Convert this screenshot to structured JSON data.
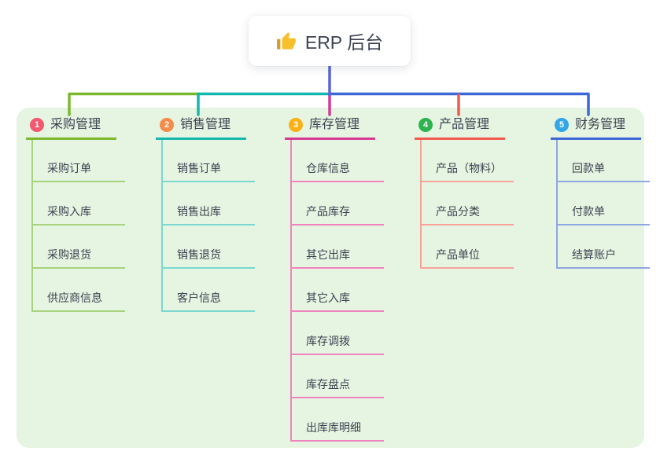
{
  "root": {
    "title": "ERP 后台",
    "icon": "thumbs-up-icon"
  },
  "branches": [
    {
      "index": "1",
      "label": "采购管理",
      "badge_color": "#f2586f",
      "line_color": "#7cb82e",
      "child_line_color": "#a6d37c",
      "children": [
        "采购订单",
        "采购入库",
        "采购退货",
        "供应商信息"
      ]
    },
    {
      "index": "2",
      "label": "销售管理",
      "badge_color": "#f78b4a",
      "line_color": "#13b7ae",
      "child_line_color": "#7bd8d0",
      "children": [
        "销售订单",
        "销售出库",
        "销售退货",
        "客户信息"
      ]
    },
    {
      "index": "3",
      "label": "库存管理",
      "badge_color": "#fbb116",
      "line_color": "#d53a92",
      "child_line_color": "#f083bd",
      "children": [
        "仓库信息",
        "产品库存",
        "其它出库",
        "其它入库",
        "库存调拨",
        "库存盘点",
        "出库库明细"
      ]
    },
    {
      "index": "4",
      "label": "产品管理",
      "badge_color": "#2db44f",
      "line_color": "#f2594f",
      "child_line_color": "#f7a29b",
      "children": [
        "产品（物料）",
        "产品分类",
        "产品单位"
      ]
    },
    {
      "index": "5",
      "label": "财务管理",
      "badge_color": "#33a6e8",
      "line_color": "#3c67d7",
      "child_line_color": "#8fa7e2",
      "children": [
        "回款单",
        "付款单",
        "结算账户"
      ]
    }
  ],
  "colors": {
    "panel_bg": "#e6f5e1",
    "root_line": "#5a64d8",
    "bus_green": "#7cb82e",
    "bus_teal": "#13b7ae",
    "bus_blue": "#3c67d7",
    "drop_magenta": "#d53a92",
    "drop_red": "#f2594f",
    "text_dark": "#3c4252",
    "thumb_gold": "#f6c02d",
    "thumb_cuff": "#d99a31"
  }
}
